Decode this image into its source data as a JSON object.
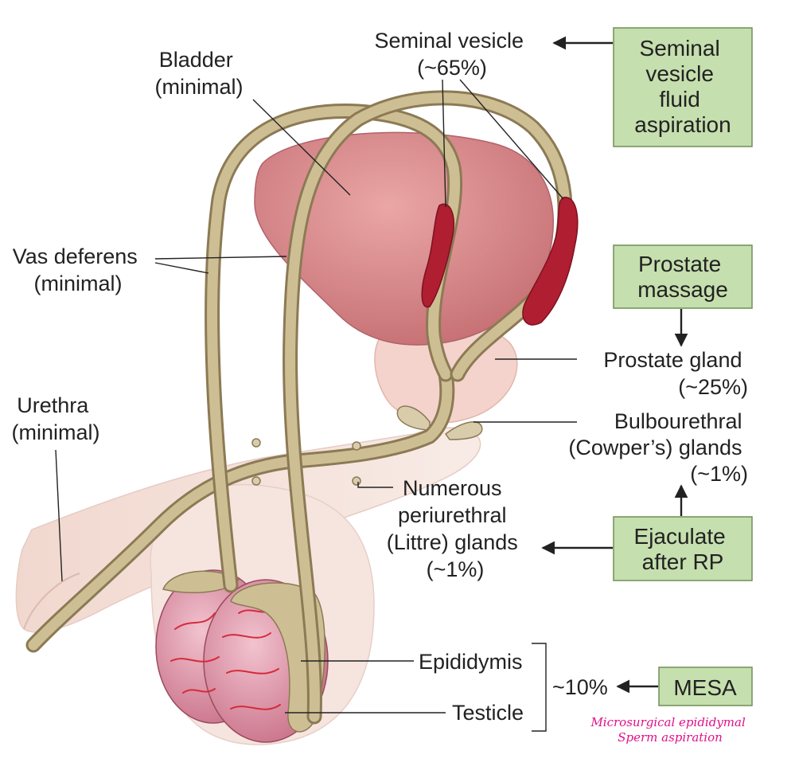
{
  "labels": {
    "seminal_vesicle": [
      "Seminal vesicle",
      "(~65%)"
    ],
    "bladder": [
      "Bladder",
      "(minimal)"
    ],
    "vas_deferens": [
      "Vas deferens",
      "(minimal)"
    ],
    "urethra": [
      "Urethra",
      "(minimal)"
    ],
    "prostate_gland": [
      "Prostate gland",
      "(~25%)"
    ],
    "bulbourethral": [
      "Bulbourethral",
      "(Cowper’s) glands",
      "(~1%)"
    ],
    "periurethral": [
      "Numerous",
      "periurethral",
      "(Littre) glands",
      "(~1%)"
    ],
    "epididymis": "Epididymis",
    "testicle": "Testicle",
    "ten_percent": "~10%"
  },
  "boxes": {
    "sv_aspiration": [
      "Seminal",
      "vesicle",
      "fluid",
      "aspiration"
    ],
    "prostate_massage": [
      "Prostate",
      "massage"
    ],
    "ejaculate_rp": [
      "Ejaculate",
      "after RP"
    ],
    "mesa": "MESA"
  },
  "handwritten_note": [
    "Microsurgical epididymal",
    "Sperm aspiration"
  ],
  "colors": {
    "box_fill": "#c5dfae",
    "box_stroke": "#6e8f56",
    "bladder": "#d8898a",
    "duct": "#cdbf93",
    "seminal_vesicle": "#b01e32",
    "testicle": "#dc8ea0",
    "skin": "#f3dcd6",
    "handwriting": "#e0108a"
  }
}
